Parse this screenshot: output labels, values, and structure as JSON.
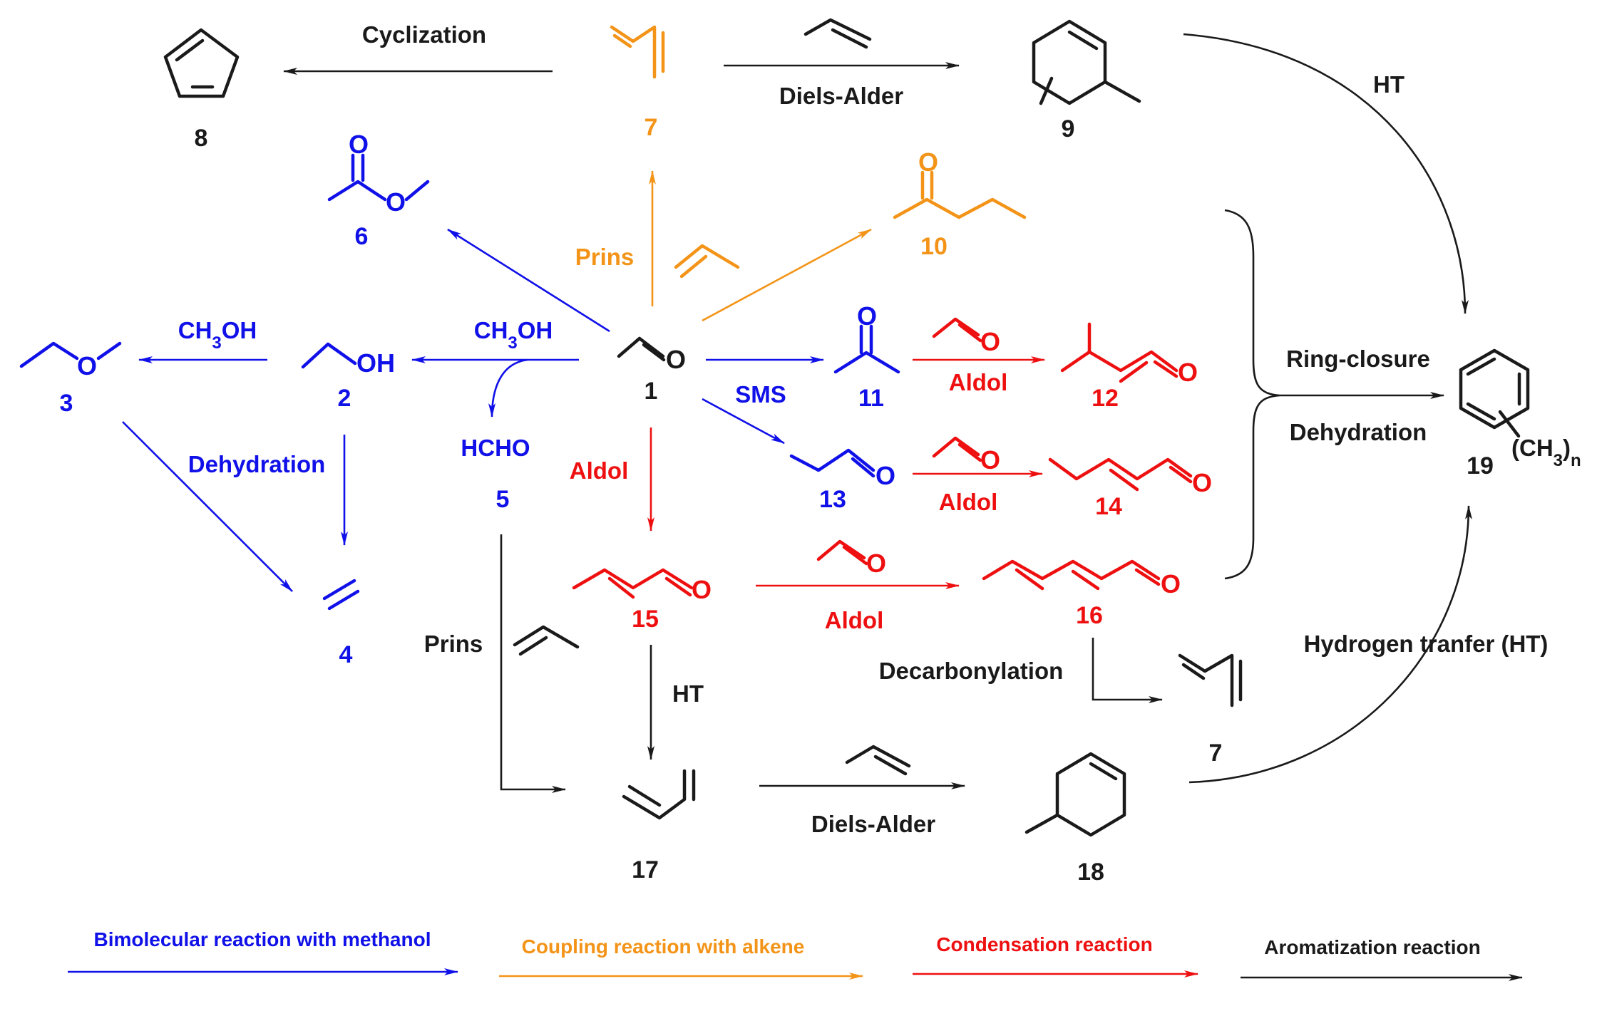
{
  "labels": {
    "cyclization": "Cyclization",
    "diels_alder_top": "Diels-Alder",
    "diels_alder_bottom": "Diels-Alder",
    "ht_top": "HT",
    "ht_mid": "HT",
    "prins_orange": "Prins",
    "prins_black": "Prins",
    "ch3oh_left": "CH3OH",
    "ch3oh_right": "CH3OH",
    "sms": "SMS",
    "aldol_12": "Aldol",
    "aldol_14": "Aldol",
    "aldol_15": "Aldol",
    "aldol_16": "Aldol",
    "dehydration_left": "Dehydration",
    "ring_closure": "Ring-closure",
    "dehydration_right": "Dehydration",
    "decarbonylation": "Decarbonylation",
    "hydrogen_transfer": "Hydrogen tranfer (HT)",
    "hcho": "HCHO",
    "ch3n": "(CH3)n"
  },
  "compounds": {
    "c1": "1",
    "c2": "2",
    "c3": "3",
    "c4": "4",
    "c5": "5",
    "c6": "6",
    "c7_top": "7",
    "c7_bottom": "7",
    "c8": "8",
    "c9": "9",
    "c10": "10",
    "c11": "11",
    "c12": "12",
    "c13": "13",
    "c14": "14",
    "c15": "15",
    "c16": "16",
    "c17": "17",
    "c18": "18",
    "c19": "19"
  },
  "atoms": {
    "O": "O",
    "OH": "OH"
  },
  "legend": {
    "blue": "Bimolecular reaction with methanol",
    "orange": "Coupling reaction with alkene",
    "red": "Condensation reaction",
    "black": "Aromatization reaction"
  },
  "colors": {
    "blue": "#1010e8",
    "orange": "#f39418",
    "red": "#ee1010",
    "black": "#1a1a1a"
  }
}
